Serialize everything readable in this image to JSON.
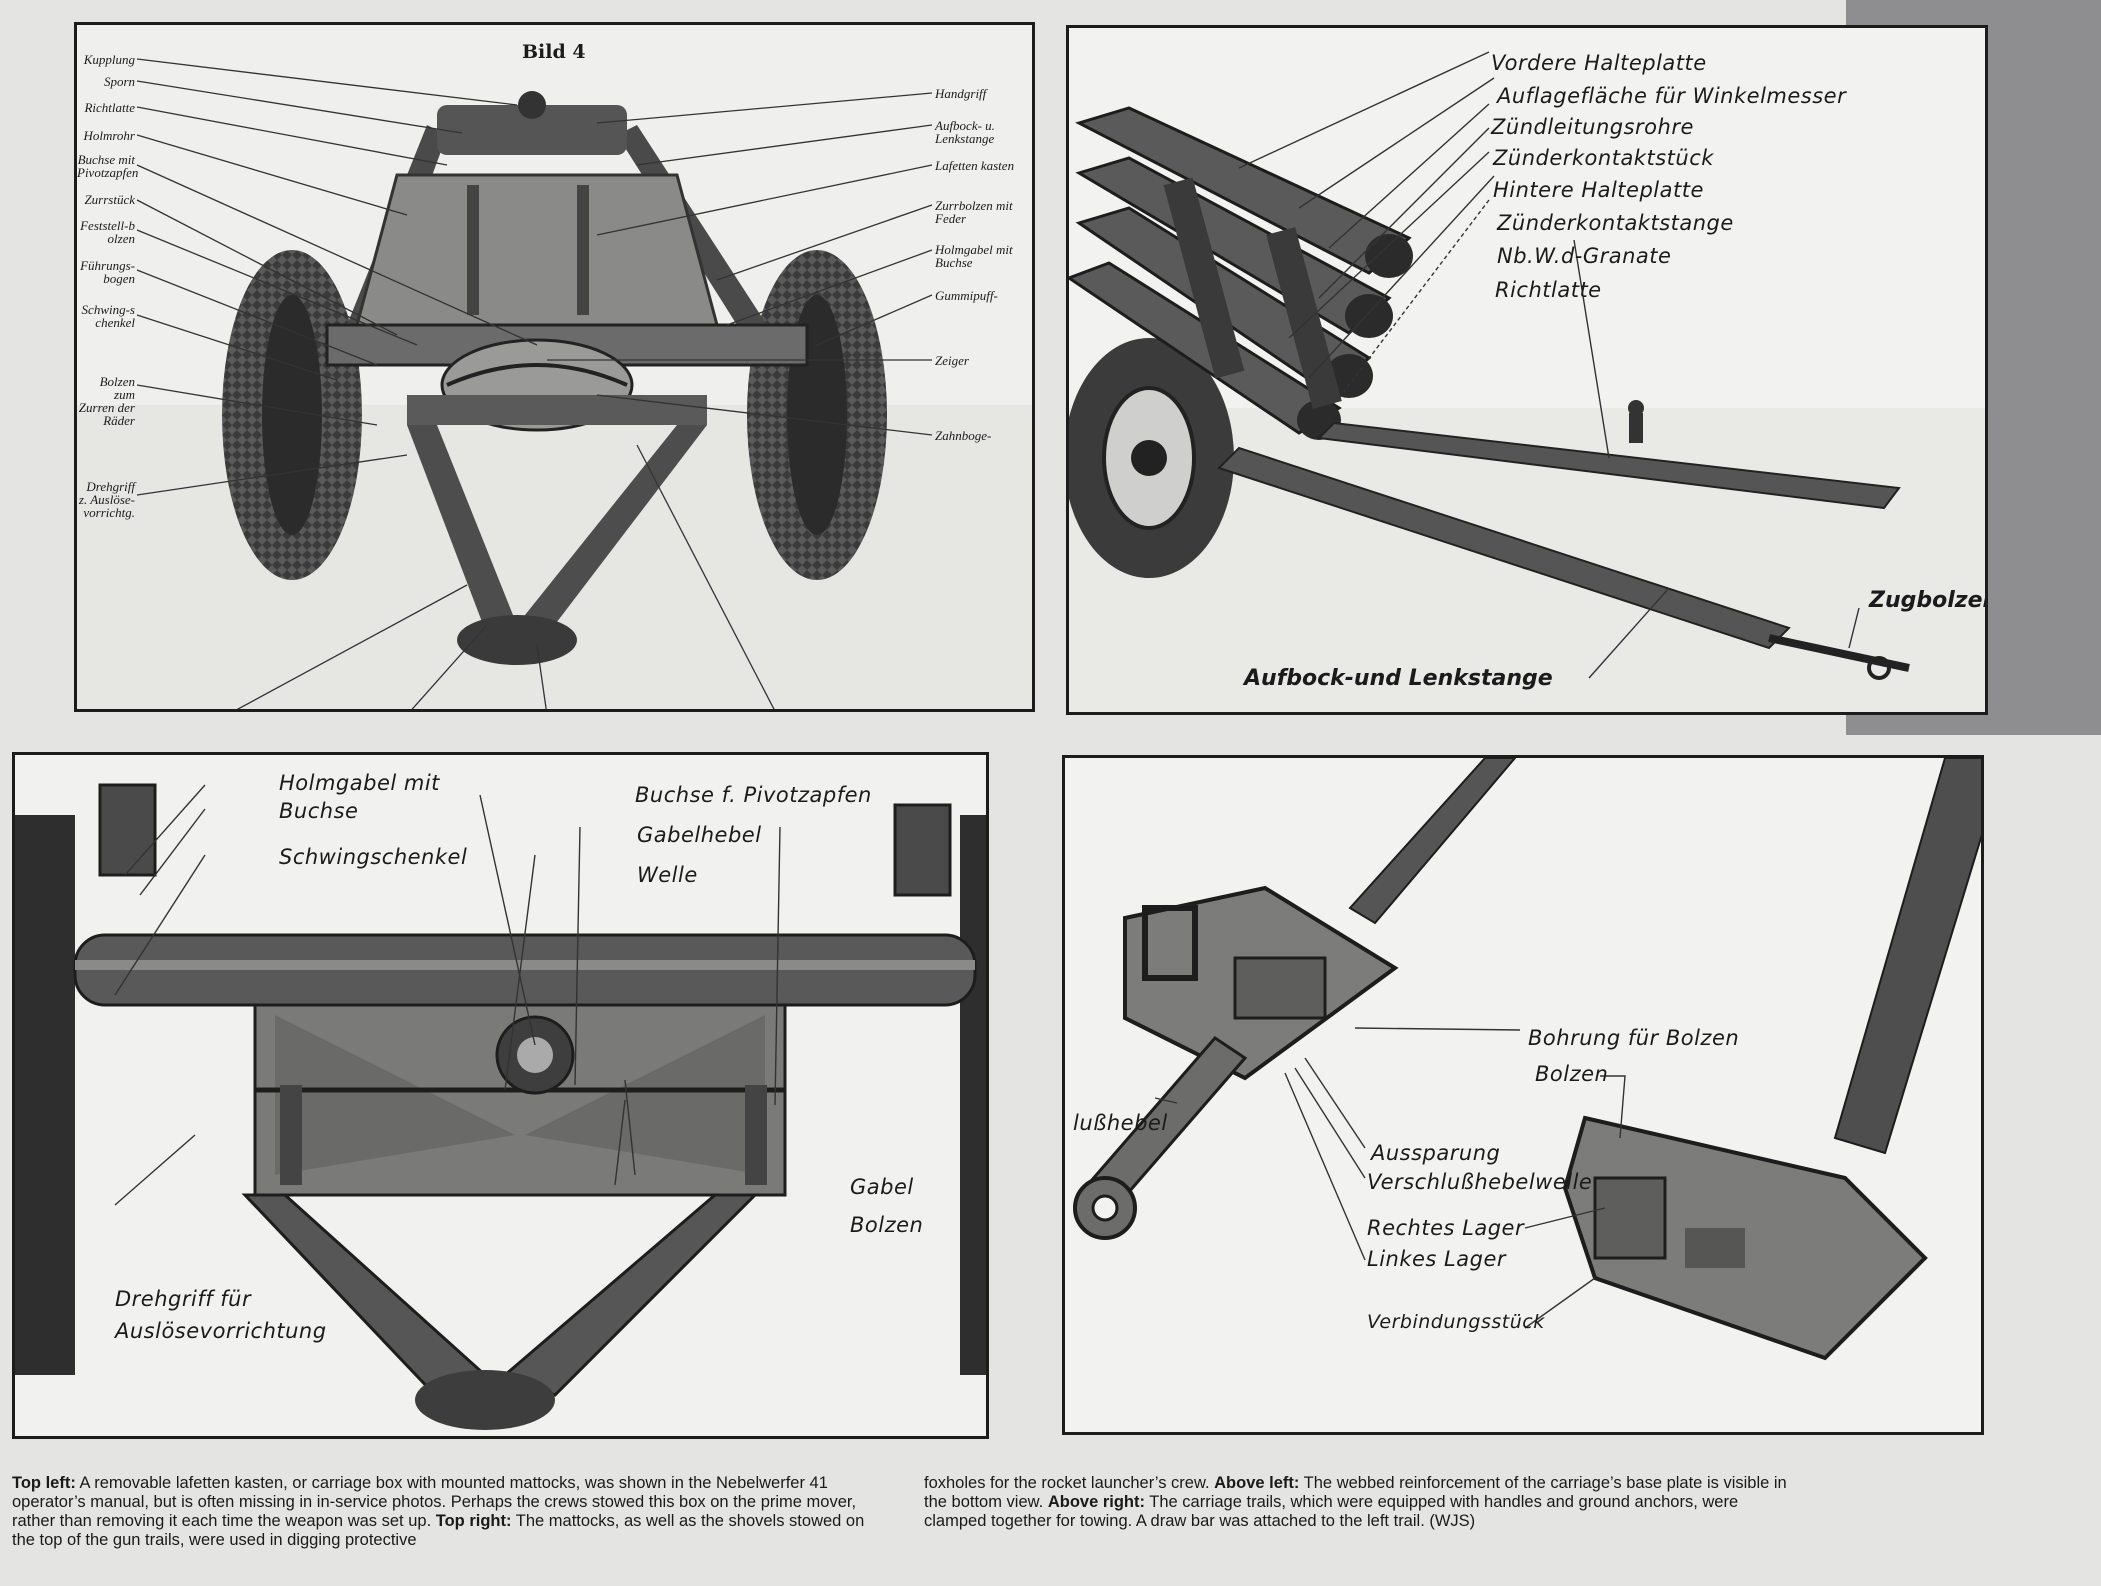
{
  "panels": {
    "p1": {
      "title": "Bild 4",
      "left_labels": [
        "Kupplung",
        "Sporn",
        "Richtlatte",
        "Holmrohr",
        "Buchse mit Pivotzapfen",
        "Zurrstück",
        "Feststell-bolzen",
        "Führungs-bogen",
        "Schwing-schenkel",
        "Bolzen zum Zurren der Räder",
        "Drehgriff z. Auslöse-vorrichtg."
      ],
      "right_labels": [
        "Handgriff",
        "Aufbock- u. Lenkstange",
        "Lafetten kasten",
        "Zurrbolzen mit Feder",
        "Holmgabel mit Buchse",
        "Gummipuff-",
        "Zeiger",
        "Zahnboge-"
      ]
    },
    "p2": {
      "labels": [
        "Vordere Halteplatte",
        "Auflagefläche für Winkelmesser",
        "Zündleitungsrohre",
        "Zünderkontaktstück",
        "Hintere Halteplatte",
        "Zünderkontaktstange",
        "Nb.W.d-Granate",
        "Richtlatte",
        "Zugbolzen",
        "Aufbock-und Lenkstange"
      ]
    },
    "p3": {
      "labels": [
        "Holmgabel mit",
        "Buchse",
        "Schwingschenkel",
        "Buchse f. Pivotzapfen",
        "Gabelhebel",
        "Welle",
        "Gabel",
        "Bolzen",
        "Drehgriff für",
        "Auslösevorrichtung"
      ]
    },
    "p4": {
      "labels": [
        "Bohrung für Bolzen",
        "Bolzen",
        "lußhebel",
        "Aussparung",
        "Verschlußhebelwelle",
        "Rechtes Lager",
        "Linkes Lager",
        "Verbindungsstück"
      ]
    }
  },
  "caption": {
    "col1": [
      {
        "b": "Top left:",
        "t": " A removable lafetten kasten, or carriage box with mounted mattocks, was shown in the Nebelwerfer 41 operator’s manual, but is often missing in in-service photos. Perhaps the crews stowed this box on the prime mover, rather than removing it each time the weapon was set up. "
      },
      {
        "b": "Top right:",
        "t": " The mattocks, as well as the shovels stowed on the top of the gun trails, were used in digging protective"
      }
    ],
    "col2": [
      {
        "b": "",
        "t": "foxholes for the rocket launcher’s crew. "
      },
      {
        "b": "Above left:",
        "t": " The webbed reinforcement of the carriage’s base plate is visible in the bottom view. "
      },
      {
        "b": "Above right:",
        "t": " The carriage trails, which were equipped with handles and ground anchors, were clamped together for towing. A draw bar was attached to the left trail. (WJS)"
      }
    ]
  }
}
